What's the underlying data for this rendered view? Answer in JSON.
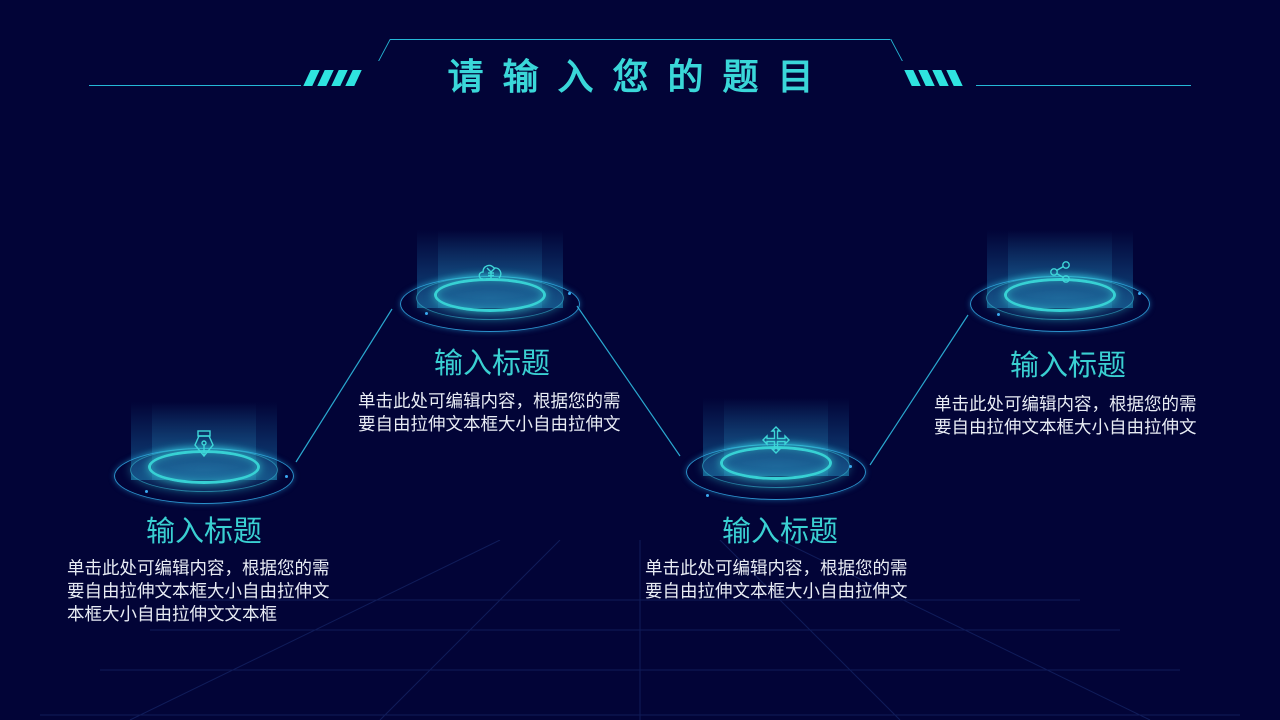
{
  "slide": {
    "title": "请输入您的题目",
    "colors": {
      "background": "#020437",
      "accent": "#2fe3e0",
      "line": "#25b8d6",
      "title": "#3ad7d9",
      "body_text": "#e8ecf4"
    }
  },
  "items": [
    {
      "icon": "pen-nib-icon",
      "title": "输入标题",
      "description": "单击此处可编辑内容，根据您的需要自由拉伸文本框大小自由拉伸文本框大小自由拉伸文文本框"
    },
    {
      "icon": "cloud-yen-icon",
      "title": "输入标题",
      "description": "单击此处可编辑内容，根据您的需要自由拉伸文本框大小自由拉伸文"
    },
    {
      "icon": "move-arrows-icon",
      "title": "输入标题",
      "description": "单击此处可编辑内容，根据您的需要自由拉伸文本框大小自由拉伸文"
    },
    {
      "icon": "share-icon",
      "title": "输入标题",
      "description": "单击此处可编辑内容，根据您的需要自由拉伸文本框大小自由拉伸文"
    }
  ]
}
